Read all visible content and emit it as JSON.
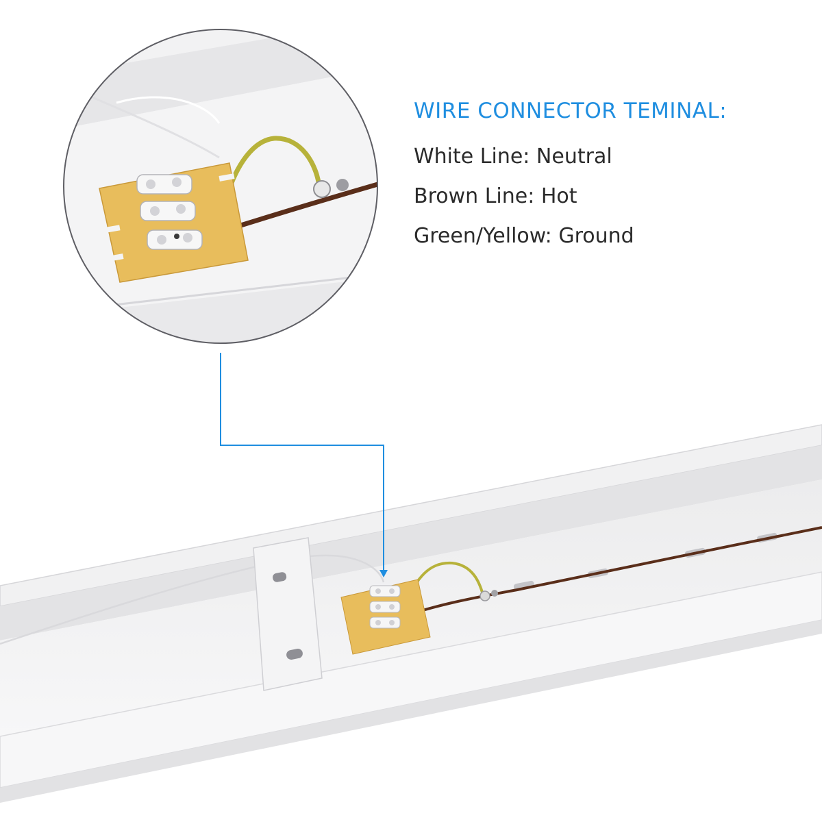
{
  "legend": {
    "title": "WIRE CONNECTOR TEMINAL:",
    "lines": [
      "White Line: Neutral",
      "Brown Line: Hot",
      "Green/Yellow: Ground"
    ]
  },
  "colors": {
    "accent": "#1f8ee0",
    "text": "#2b2b2b",
    "brown_wire": "#5a2e1a",
    "ground_wire": "#b7b23a",
    "connector_pad": "#e8bd5c"
  }
}
